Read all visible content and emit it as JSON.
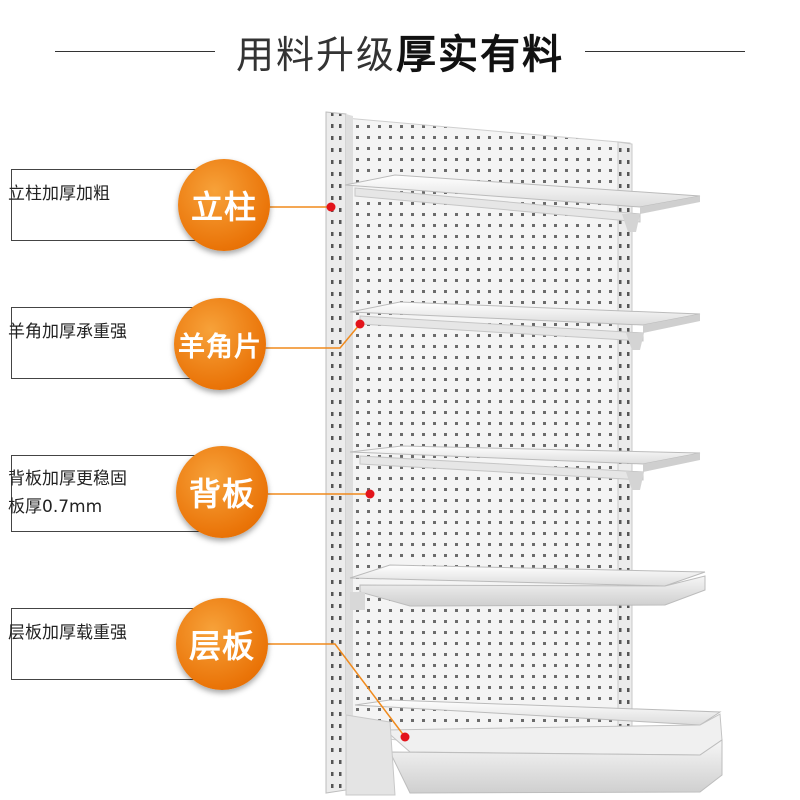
{
  "header": {
    "title_light": "用料升级",
    "title_bold": "厚实有料"
  },
  "callouts": [
    {
      "line1": "立柱加厚加粗",
      "line2": "",
      "badge": "立柱"
    },
    {
      "line1": "羊角加厚承重强",
      "line2": "",
      "badge": "羊角片"
    },
    {
      "line1": "背板加厚更稳固",
      "line2": "板厚0.7mm",
      "badge": "背板"
    },
    {
      "line1": "层板加厚载重强",
      "line2": "",
      "badge": "层板"
    }
  ],
  "colors": {
    "badge_orange": "#ee7d0f",
    "leader_line": "#f08a1c",
    "marker_dot": "#e3141b",
    "shelf_white": "#f1f1f1"
  }
}
